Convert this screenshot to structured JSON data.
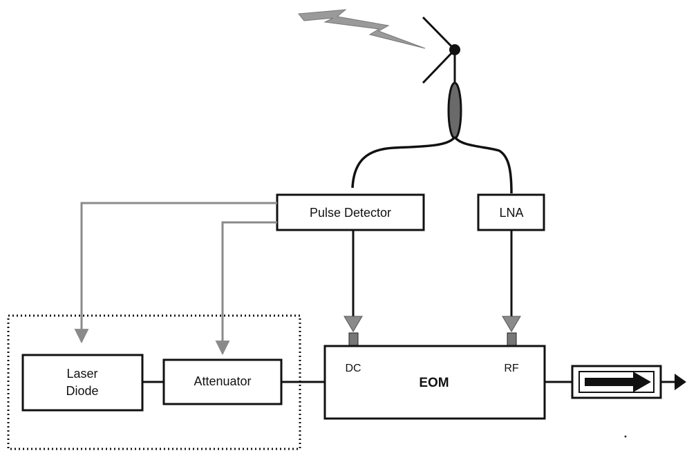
{
  "diagram": {
    "blocks": {
      "pulse_detector": "Pulse Detector",
      "lna": "LNA",
      "laser_diode_line1": "Laser",
      "laser_diode_line2": "Diode",
      "attenuator": "Attenuator",
      "eom": "EOM"
    },
    "ports": {
      "dc": "DC",
      "rf": "RF"
    },
    "icons": {
      "signal": "lightning-bolt-icon",
      "antenna": "antenna-icon",
      "coupler": "fiber-coupler-icon",
      "isolator": "optical-isolator-icon"
    },
    "colors": {
      "line": "#111111",
      "control_line": "#8a8a8a",
      "arrow_head": "#8a8a8a",
      "bolt": "#9a9a9a"
    }
  }
}
